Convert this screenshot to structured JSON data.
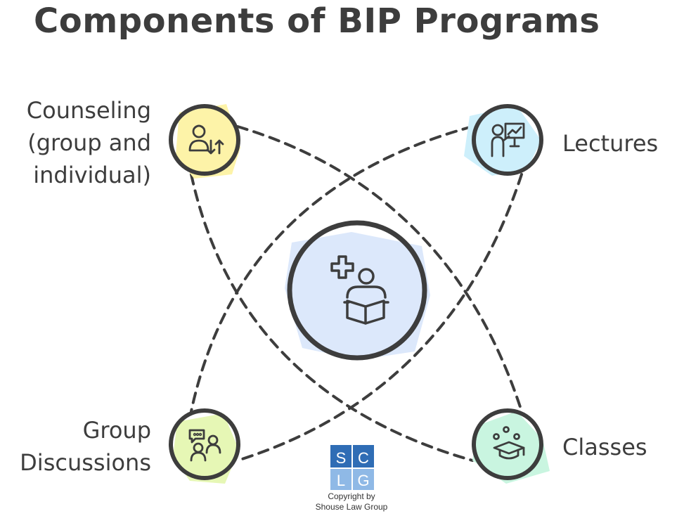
{
  "title": "Components of BIP Programs",
  "center": {
    "icon": "health-reading-person-icon"
  },
  "nodes": [
    {
      "id": "counseling",
      "lines": [
        "Counseling",
        "(group and",
        "individual)"
      ],
      "icon": "counselor-with-arrows-icon",
      "color": "#fdf3a8"
    },
    {
      "id": "lectures",
      "lines": [
        "Lectures"
      ],
      "icon": "presenter-at-board-icon",
      "color": "#cdeffb"
    },
    {
      "id": "group-discussions",
      "lines": [
        "Group",
        "Discussions"
      ],
      "icon": "people-talking-icon",
      "color": "#e6f7b5"
    },
    {
      "id": "classes",
      "lines": [
        "Classes"
      ],
      "icon": "graduation-cap-icon",
      "color": "#c9f5e0"
    }
  ],
  "colors": {
    "stroke": "#3d3d3d",
    "center_fill": "#dce8fb",
    "logo_blue": "#2f6db5",
    "logo_light": "#8fb9e6"
  },
  "logo": {
    "letters": [
      "S",
      "C",
      "L",
      "G"
    ]
  },
  "copyright": [
    "Copyright by",
    "Shouse Law Group"
  ]
}
